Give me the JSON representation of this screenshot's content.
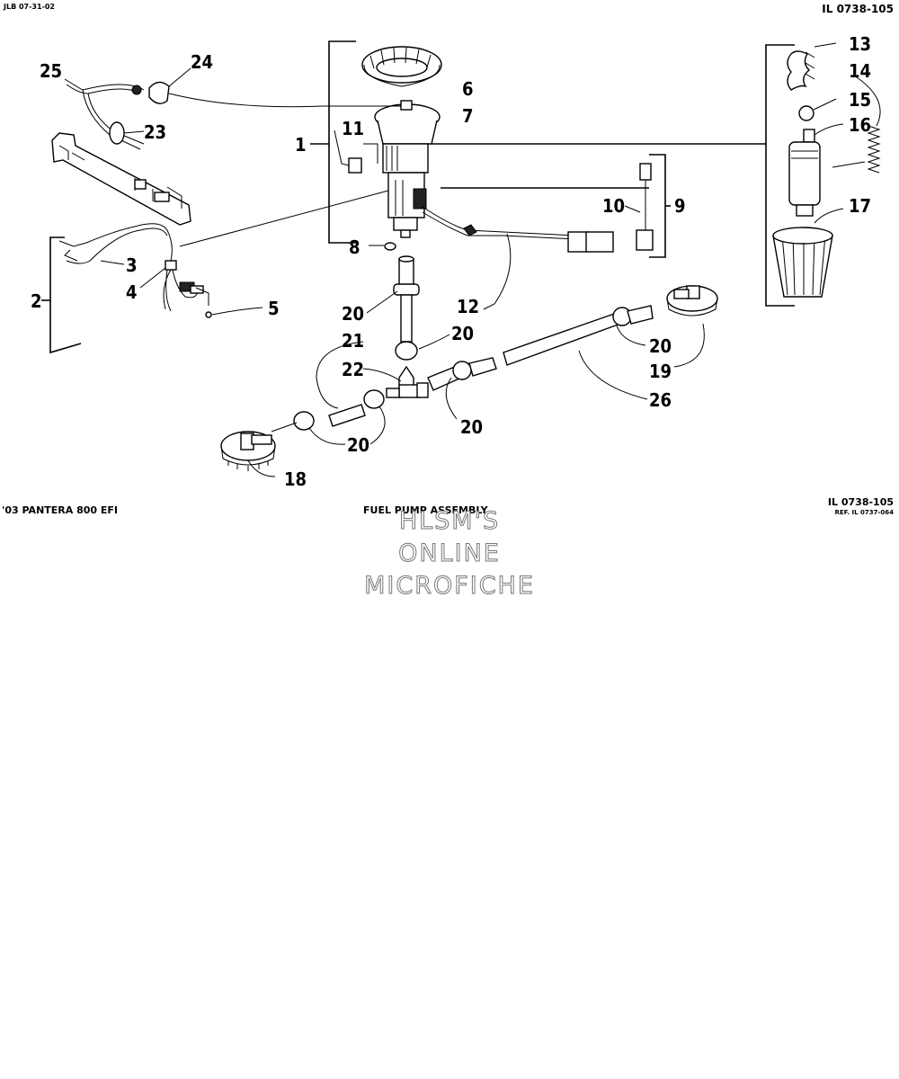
{
  "header": {
    "date_code": "JLB 07-31-02",
    "illustration_code": "IL 0738-105"
  },
  "footer": {
    "model": "'03 PANTERA 800 EFI",
    "title": "FUEL PUMP ASSEMBLY",
    "illustration_code": "IL 0738-105",
    "reference": "REF. IL 0737-064"
  },
  "watermark": {
    "line1": "HLSM'S",
    "line2": "ONLINE",
    "line3": "MICROFICHE"
  },
  "callouts": {
    "c1": "1",
    "c2": "2",
    "c3": "3",
    "c4": "4",
    "c5": "5",
    "c6": "6",
    "c7": "7",
    "c8": "8",
    "c9": "9",
    "c10": "10",
    "c11": "11",
    "c12": "12",
    "c13": "13",
    "c14": "14",
    "c15": "15",
    "c16": "16",
    "c17": "17",
    "c18": "18",
    "c19": "19",
    "c20a": "20",
    "c20b": "20",
    "c20c": "20",
    "c20d": "20",
    "c20e": "20",
    "c21": "21",
    "c22": "22",
    "c23": "23",
    "c24": "24",
    "c25": "25",
    "c26": "26"
  }
}
